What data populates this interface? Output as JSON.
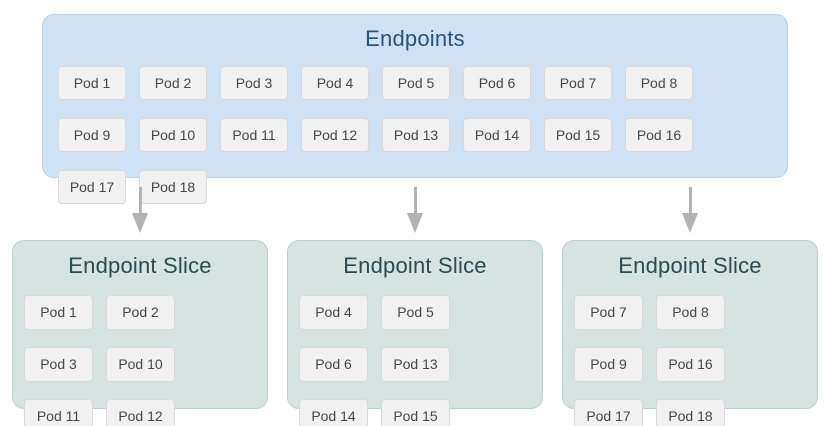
{
  "colors": {
    "endpoints_box_bg": "#cfe2f4",
    "endpoints_title_text": "#235380",
    "slice_box_bg": "#d6e3e1",
    "slice_title_text": "#2e4b52",
    "pod_bg": "#f1f1f1",
    "pod_border": "#d8d8d8",
    "pod_text": "#474747",
    "arrow": "#b3b3b3",
    "page_bg": "#ffffff"
  },
  "endpoints": {
    "title": "Endpoints",
    "pods": [
      "Pod 1",
      "Pod 2",
      "Pod 3",
      "Pod 4",
      "Pod 5",
      "Pod 6",
      "Pod 7",
      "Pod 8",
      "Pod 9",
      "Pod 10",
      "Pod 11",
      "Pod 12",
      "Pod 13",
      "Pod 14",
      "Pod 15",
      "Pod 16",
      "Pod 17",
      "Pod 18"
    ]
  },
  "slices": [
    {
      "title": "Endpoint Slice",
      "pods": [
        "Pod 1",
        "Pod 2",
        "Pod 3",
        "Pod 10",
        "Pod 11",
        "Pod 12"
      ]
    },
    {
      "title": "Endpoint Slice",
      "pods": [
        "Pod 4",
        "Pod 5",
        "Pod 6",
        "Pod 13",
        "Pod 14",
        "Pod 15"
      ]
    },
    {
      "title": "Endpoint Slice",
      "pods": [
        "Pod 7",
        "Pod 8",
        "Pod 9",
        "Pod 16",
        "Pod 17",
        "Pod 18"
      ]
    }
  ]
}
